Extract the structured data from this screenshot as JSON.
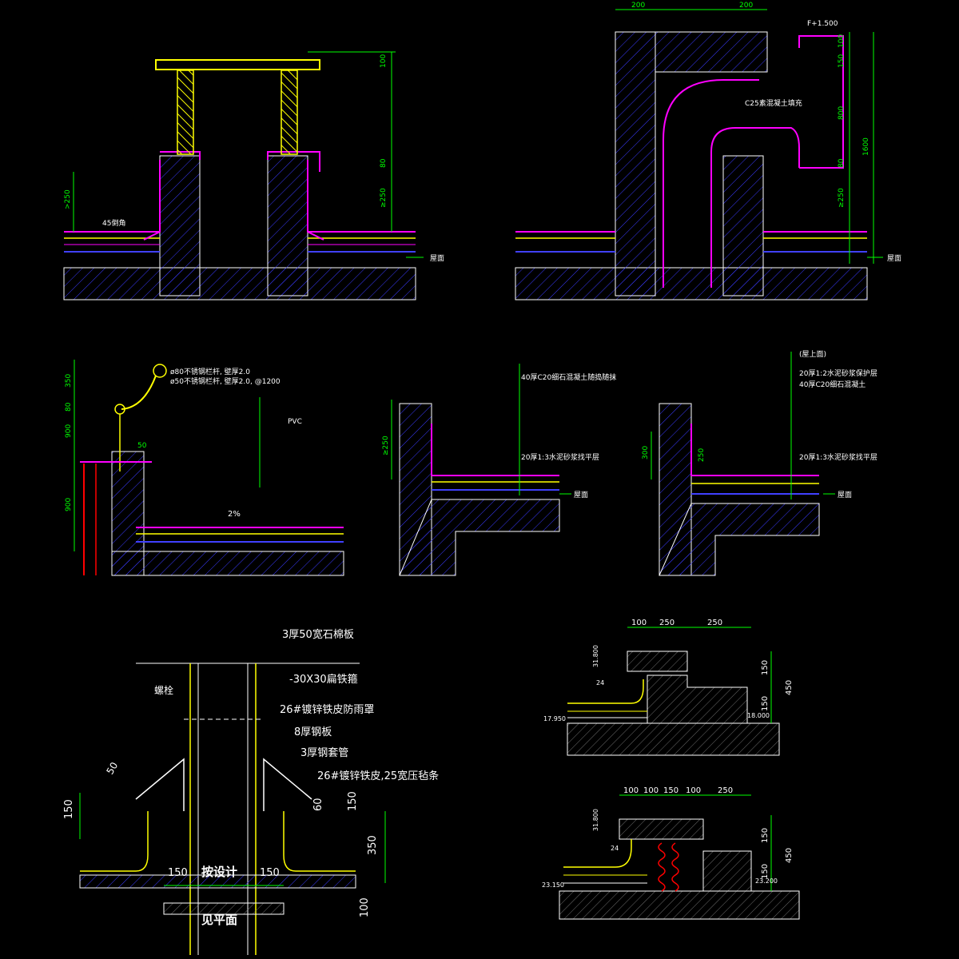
{
  "colors": {
    "background": "#000000",
    "green": "#00ff00",
    "white": "#ffffff",
    "yellow": "#ffff00",
    "magenta": "#ff00ff",
    "blue": "#0000ff",
    "red": "#ff0000",
    "cyan": "#00ffff"
  },
  "detail_a": {
    "dims": [
      "100",
      "80",
      "≥250",
      ">250"
    ],
    "labels": [
      "45倒角"
    ],
    "level": "屋面"
  },
  "detail_b": {
    "dims_top": [
      "200",
      "200"
    ],
    "elevation": "F+1.500",
    "dims_right": [
      "100",
      "150",
      "800",
      "80",
      "≥250",
      "1600"
    ],
    "labels": [
      "C25素混凝土填充"
    ],
    "level": "屋面"
  },
  "detail_c": {
    "dims": [
      "350",
      "80",
      "900",
      "900",
      "50"
    ],
    "labels": [
      "ø80不锈钢栏杆, 壁厚2.0",
      "ø50不锈钢栏杆, 壁厚2.0, @1200",
      "2%",
      "PVC"
    ]
  },
  "detail_d": {
    "dims": [
      "≥250"
    ],
    "labels": [
      "40厚C20细石混凝土随捣随抹",
      "20厚1:3水泥砂浆找平层"
    ],
    "level": "屋面"
  },
  "detail_e": {
    "dims": [
      "300",
      "250"
    ],
    "labels": [
      "(屋上面)",
      "20厚1:2水泥砂浆保护层",
      "40厚C20细石混凝土",
      "20厚1:3水泥砂浆找平层"
    ],
    "level": "屋面"
  },
  "detail_f": {
    "labels": [
      "螺栓",
      "3厚50宽石棉板",
      "-30X30扁铁箍",
      "26#镀锌铁皮防雨罩",
      "8厚钢板",
      "3厚钢套管",
      "26#镀锌铁皮,25宽压毡条",
      "按设计",
      "见平面"
    ],
    "dims": [
      "50",
      "150",
      "60",
      "150",
      "350",
      "150",
      "150",
      "100"
    ]
  },
  "detail_g": {
    "dims_top": [
      "100",
      "250",
      "250"
    ],
    "dims_right": [
      "150",
      "450",
      "150"
    ],
    "elevations": [
      "17.950",
      "18.000",
      "31.800"
    ],
    "notes": [
      "24"
    ]
  },
  "detail_h": {
    "dims_top": [
      "100",
      "100",
      "150",
      "100",
      "250"
    ],
    "dims_right": [
      "150",
      "450",
      "150"
    ],
    "elevations": [
      "23.150",
      "23.200",
      "31.800"
    ],
    "notes": [
      "24"
    ]
  }
}
